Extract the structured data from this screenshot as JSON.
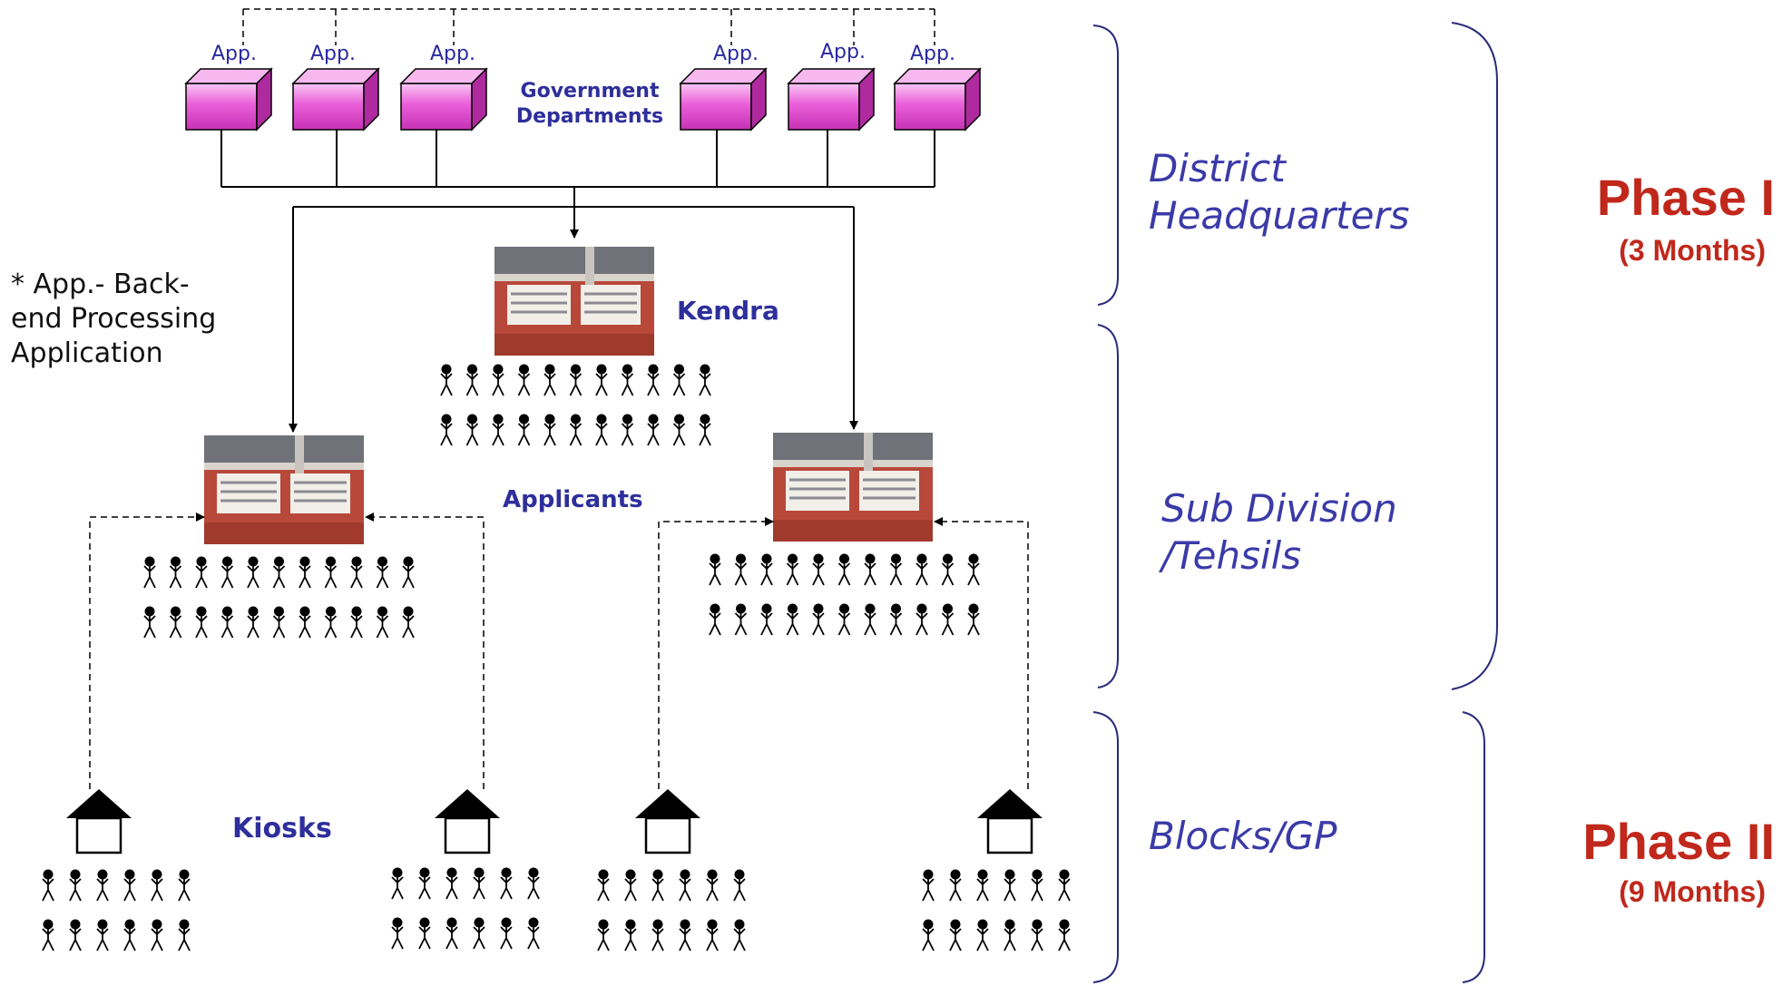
{
  "apps": [
    "App.",
    "App.",
    "App.",
    "App.",
    "App.",
    "App."
  ],
  "government_departments": "Government Departments",
  "kendra": "Kendra",
  "applicants": "Applicants",
  "kiosks": "Kiosks",
  "legend": "* App.- Back-end Processing Application",
  "levels": {
    "district": "District Headquarters",
    "subdivision": "Sub Division /Tehsils",
    "blocks": "Blocks/GP"
  },
  "phases": [
    {
      "title": "Phase I",
      "duration": "(3 Months)"
    },
    {
      "title": "Phase II",
      "duration": "(9 Months)"
    }
  ],
  "colors": {
    "server": "#e85fd8",
    "label_blue": "#2e2e9c",
    "phase_red": "#c0281c",
    "brace": "#2a2a7a",
    "building_wall": "#b84a35"
  }
}
